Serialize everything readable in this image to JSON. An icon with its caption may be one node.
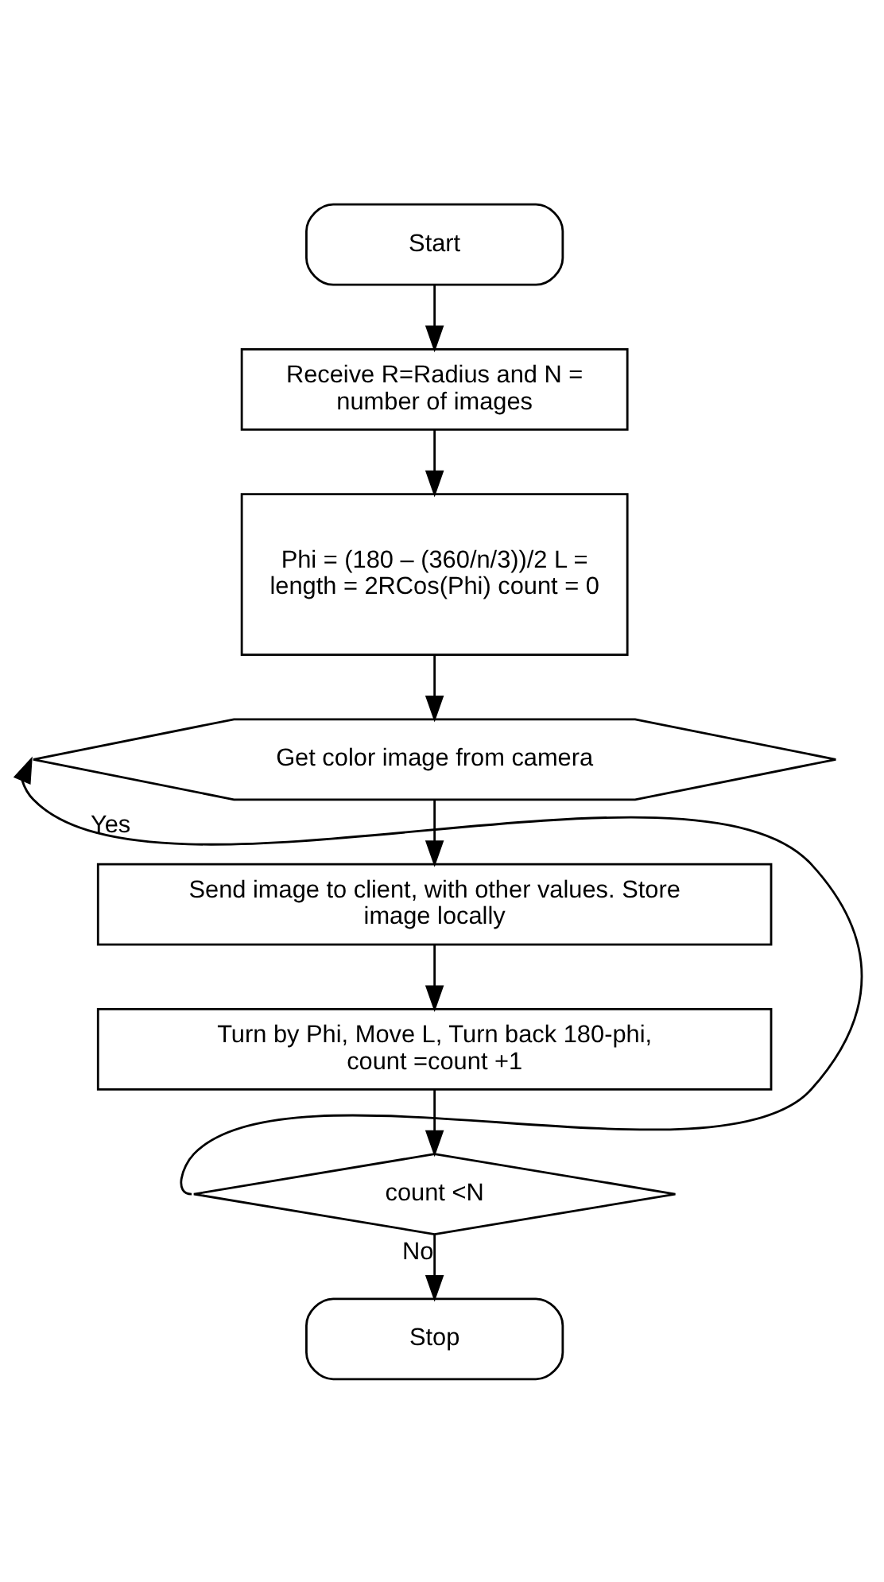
{
  "diagram": {
    "nodes": [
      {
        "text": [
          "Start"
        ]
      },
      {
        "text": [
          "Receive R=Radius and N = number of images"
        ]
      },
      {
        "text": [
          "Phi = (180 – (360/n/3))/2 L = length = 2RCos(Phi) count = 0"
        ]
      },
      {
        "text": [
          "Get color image from camera"
        ]
      },
      {
        "text": [
          "Send image to client, with other values. Store image locally"
        ]
      },
      {
        "text": [
          "Turn by Phi, Move L, Turn back 180-phi, count =count +1"
        ]
      },
      {
        "text": [
          "count <N"
        ]
      },
      {
        "text": [
          "Stop"
        ]
      }
    ],
    "edges": [
      {
        "from": 0,
        "to": 1,
        "arrow": "to"
      },
      {
        "from": 1,
        "to": 2,
        "arrow": "to"
      },
      {
        "from": 2,
        "to": 3,
        "arrow": "to"
      },
      {
        "from": 3,
        "to": 4,
        "arrow": "to"
      },
      {
        "from": 4,
        "to": 5,
        "arrow": "to"
      },
      {
        "from": 5,
        "to": 6,
        "arrow": "to"
      },
      {
        "from": 6,
        "to": 3,
        "arrow": "to",
        "label": "Yes"
      },
      {
        "from": 6,
        "to": 7,
        "arrow": "to",
        "label": "No"
      }
    ]
  }
}
